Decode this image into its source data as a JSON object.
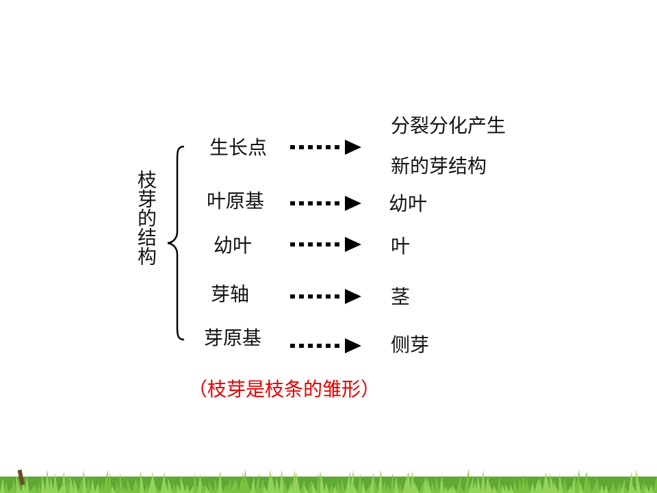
{
  "title": "枝芽的结构",
  "rows": [
    {
      "part": "生长点",
      "result_lines": [
        "分裂分化产生",
        "新的芽结构"
      ]
    },
    {
      "part": "叶原基",
      "result_lines": [
        "幼叶"
      ]
    },
    {
      "part": "幼叶",
      "result_lines": [
        "叶"
      ]
    },
    {
      "part": "芽轴",
      "result_lines": [
        "茎"
      ]
    },
    {
      "part": "芽原基",
      "result_lines": [
        "侧芽"
      ]
    }
  ],
  "note": "（枝芽是枝条的雏形）",
  "colors": {
    "text": "#111111",
    "note": "#e60000",
    "arrow": "#000000",
    "grass": "#7cc242"
  }
}
